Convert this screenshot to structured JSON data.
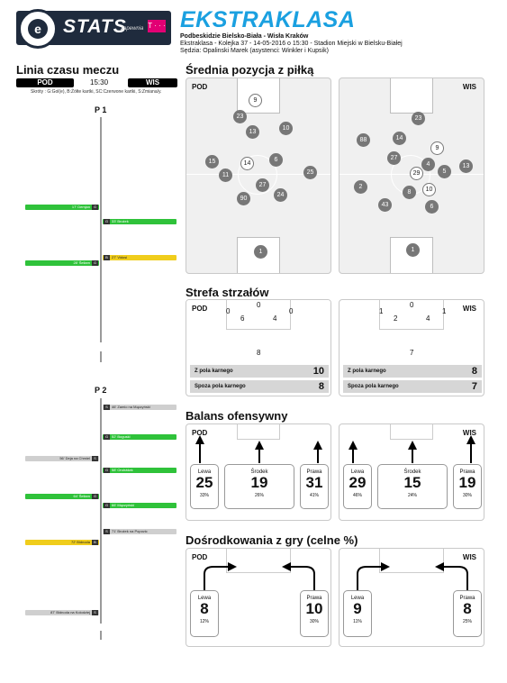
{
  "header": {
    "logo_letter": "e",
    "logo_text": "STATS",
    "sponsor_text": "zapewnia",
    "sponsor_logo_text": "T · · ·",
    "league": "EKSTRAKLASA",
    "match": "Podbeskidzie Bielsko-Biała - Wisła Kraków",
    "details": "Ekstraklasa - Kolejka 37 - 14-05-2016 o 15:30 - Stadion Miejski w Bielsku-Białej",
    "referee": "Sędzia: Opalinski Marek (asystenci: Winkler i Kupsik)"
  },
  "timeline": {
    "title": "Linia czasu meczu",
    "home": "POD",
    "time": "15:30",
    "away": "WIS",
    "legend": "Skróty : G:Gol(e), B:Żółte kartki, SC:Czerwone kartki, S:Zmiana/y.",
    "period1": "P 1",
    "period2": "P 2",
    "events": [
      {
        "side": "left",
        "color": "green",
        "text": "17' Demjan",
        "tag": "G"
      },
      {
        "side": "right",
        "color": "green",
        "text": "33' Brożek",
        "tag": "G"
      },
      {
        "side": "right",
        "color": "yellow",
        "text": "27' Vidosi",
        "tag": "B"
      },
      {
        "side": "left",
        "color": "green",
        "text": "28' Šeliam",
        "tag": "G"
      },
      {
        "side": "right",
        "color": "grey",
        "text": "46' Zamio na Mączyński",
        "tag": "S"
      },
      {
        "side": "right",
        "color": "green",
        "text": "52' Boguski",
        "tag": "G"
      },
      {
        "side": "left",
        "color": "grey",
        "text": "56' Deja na Chmiel",
        "tag": "S"
      },
      {
        "side": "right",
        "color": "green",
        "text": "58' Ondrášek",
        "tag": "G"
      },
      {
        "side": "left",
        "color": "green",
        "text": "64' Šeliam",
        "tag": "G"
      },
      {
        "side": "right",
        "color": "green",
        "text": "66' Mączyński",
        "tag": "G"
      },
      {
        "side": "right",
        "color": "grey",
        "text": "71' Brożek na Popovic",
        "tag": "S"
      },
      {
        "side": "left",
        "color": "yellow",
        "text": "72' Bidnoda",
        "tag": "B"
      },
      {
        "side": "left",
        "color": "grey",
        "text": "87' Bidnoda na Kolodziej",
        "tag": "S"
      }
    ]
  },
  "avg_position": {
    "title": "Średnia pozycja z piłką",
    "home_label": "POD",
    "away_label": "WIS",
    "home_players": [
      {
        "n": "9",
        "white": true
      },
      {
        "n": "23"
      },
      {
        "n": "13"
      },
      {
        "n": "10"
      },
      {
        "n": "15"
      },
      {
        "n": "14",
        "white": true
      },
      {
        "n": "6"
      },
      {
        "n": "11"
      },
      {
        "n": "25"
      },
      {
        "n": "27"
      },
      {
        "n": "90"
      },
      {
        "n": "24"
      },
      {
        "n": "1"
      }
    ],
    "away_players": [
      {
        "n": "23"
      },
      {
        "n": "88"
      },
      {
        "n": "14"
      },
      {
        "n": "9",
        "white": true
      },
      {
        "n": "27"
      },
      {
        "n": "4"
      },
      {
        "n": "13"
      },
      {
        "n": "29",
        "white": true
      },
      {
        "n": "5"
      },
      {
        "n": "2"
      },
      {
        "n": "8"
      },
      {
        "n": "10",
        "white": true
      },
      {
        "n": "43"
      },
      {
        "n": "6"
      },
      {
        "n": "1"
      }
    ]
  },
  "shot_zone": {
    "title": "Strefa strzałów",
    "home": {
      "label": "POD",
      "z1": "0",
      "z2": "0",
      "z3": "0",
      "z4": "6",
      "z5": "4",
      "outside": "8",
      "inbox_label": "Z pola karnego",
      "inbox": "10",
      "outbox_label": "Spoza pola karnego",
      "outbox": "8"
    },
    "away": {
      "label": "WIS",
      "z1": "1",
      "z2": "0",
      "z3": "1",
      "z4": "2",
      "z5": "4",
      "outside": "7",
      "inbox_label": "Z pola karnego",
      "inbox": "8",
      "outbox_label": "Spoza pola karnego",
      "outbox": "7"
    }
  },
  "offense": {
    "title": "Balans ofensywny",
    "home": {
      "label": "POD",
      "left": {
        "lbl": "Lewa",
        "val": "25",
        "pct": "33%"
      },
      "center": {
        "lbl": "Środek",
        "val": "19",
        "pct": "26%"
      },
      "right": {
        "lbl": "Prawa",
        "val": "31",
        "pct": "41%"
      }
    },
    "away": {
      "label": "WIS",
      "left": {
        "lbl": "Lewa",
        "val": "29",
        "pct": "46%"
      },
      "center": {
        "lbl": "Środek",
        "val": "15",
        "pct": "24%"
      },
      "right": {
        "lbl": "Prawa",
        "val": "19",
        "pct": "30%"
      }
    }
  },
  "crosses": {
    "title": "Dośrodkowania z gry (celne %)",
    "home": {
      "label": "POD",
      "left": {
        "lbl": "Lewa",
        "val": "8",
        "pct": "12%"
      },
      "right": {
        "lbl": "Prawa",
        "val": "10",
        "pct": "30%"
      }
    },
    "away": {
      "label": "WIS",
      "left": {
        "lbl": "Lewa",
        "val": "9",
        "pct": "11%"
      },
      "right": {
        "lbl": "Prawa",
        "val": "8",
        "pct": "25%"
      }
    }
  }
}
